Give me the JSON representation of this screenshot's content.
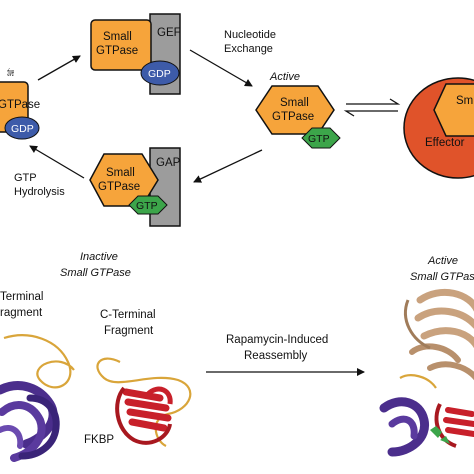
{
  "cycle": {
    "gtpase_label_line1": "Small",
    "gtpase_label_line2": "GTPase",
    "left_inactive_state": "Inactive",
    "active_state": "Active",
    "gef_label": "GEF",
    "gap_label": "GAP",
    "gdp_label": "GDP",
    "gtp_label": "GTP",
    "nucleotide_exchange_line1": "Nucleotide",
    "nucleotide_exchange_line2": "Exchange",
    "gtp_hydrolysis_line1": "GTP",
    "gtp_hydrolysis_line2": "Hydrolysis",
    "effector_label": "Effector",
    "effector_complex_partial_label": "Sm"
  },
  "assembly": {
    "inactive_label_line1": "Inactive",
    "inactive_label_line2": "Small GTPase",
    "active_label_line1": "Active",
    "active_label_line2": "Small GTPase",
    "n_terminal_line1": "Terminal",
    "n_terminal_line2": "ragment",
    "c_terminal_line1": "C-Terminal",
    "c_terminal_line2": "Fragment",
    "fkbp_label": "FKBP",
    "reassembly_line1": "Rapamycin-Induced",
    "reassembly_line2": "Reassembly"
  },
  "colors": {
    "gtpase_orange": "#F6A43B",
    "gdp_blue": "#3D5BA9",
    "gtp_green": "#3CA54A",
    "gef_gap_gray": "#9C9C9C",
    "effector_red": "#E0532A",
    "ribbon_purple": "#4B2E8C",
    "ribbon_red": "#C8202A",
    "ribbon_tan": "#C9A27E",
    "loop_gold": "#D9A53A"
  }
}
